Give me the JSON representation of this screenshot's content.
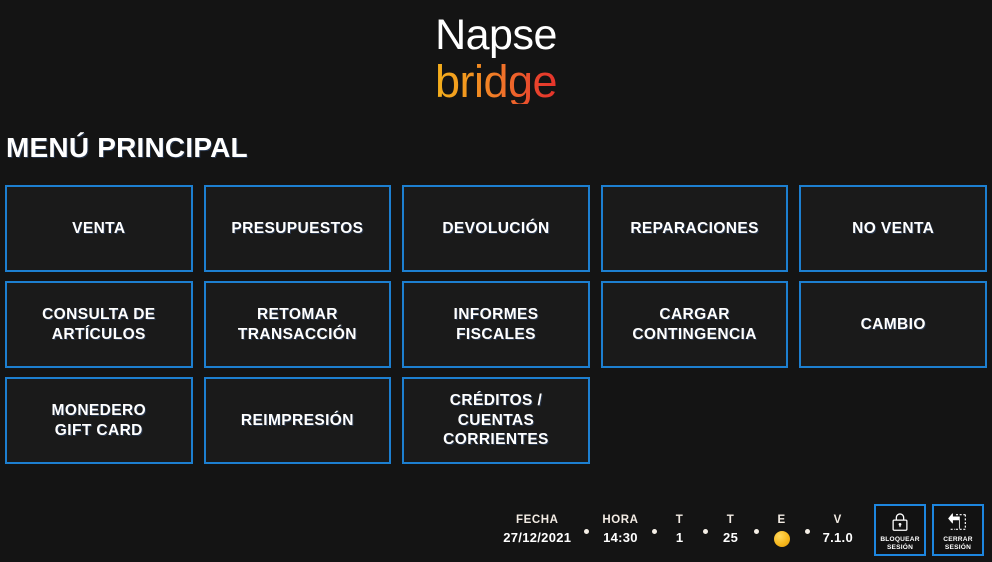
{
  "brand": {
    "name_top": "Napse",
    "name_bottom": "bridge",
    "colors": {
      "background": "#141414",
      "accent_blue": "#1d7fd0",
      "logo_gradient_start": "#f4b01c",
      "logo_gradient_mid": "#f06f2a",
      "logo_gradient_end": "#e5332b",
      "status_indicator": "#f7b81d"
    }
  },
  "page": {
    "title": "MENÚ PRINCIPAL"
  },
  "menu": {
    "rows": [
      [
        {
          "label": "VENTA",
          "name": "venta"
        },
        {
          "label": "PRESUPUESTOS",
          "name": "presupuestos"
        },
        {
          "label": "DEVOLUCIÓN",
          "name": "devolucion"
        },
        {
          "label": "REPARACIONES",
          "name": "reparaciones"
        },
        {
          "label": "NO VENTA",
          "name": "no-venta"
        }
      ],
      [
        {
          "label": "CONSULTA DE\nARTÍCULOS",
          "name": "consulta-de-articulos"
        },
        {
          "label": "RETOMAR\nTRANSACCIÓN",
          "name": "retomar-transaccion"
        },
        {
          "label": "INFORMES\nFISCALES",
          "name": "informes-fiscales"
        },
        {
          "label": "CARGAR\nCONTINGENCIA",
          "name": "cargar-contingencia"
        },
        {
          "label": "CAMBIO",
          "name": "cambio"
        }
      ],
      [
        {
          "label": "MONEDERO\nGIFT CARD",
          "name": "monedero-gift-card"
        },
        {
          "label": "REIMPRESIÓN",
          "name": "reimpresion"
        },
        {
          "label": "CRÉDITOS /\nCUENTAS\nCORRIENTES",
          "name": "creditos-cuentas-corrientes"
        },
        {
          "label": "",
          "name": "empty-slot-1",
          "empty": true
        },
        {
          "label": "",
          "name": "empty-slot-2",
          "empty": true
        }
      ]
    ]
  },
  "statusbar": {
    "fields": [
      {
        "label": "FECHA",
        "value": "27/12/2021",
        "name": "fecha"
      },
      {
        "label": "HORA",
        "value": "14:30",
        "name": "hora"
      },
      {
        "label": "T",
        "value": "1",
        "name": "terminal"
      },
      {
        "label": "T",
        "value": "25",
        "name": "transaccion"
      },
      {
        "label": "E",
        "value": "",
        "name": "estado",
        "indicator": true
      },
      {
        "label": "V",
        "value": "7.1.0",
        "name": "version"
      }
    ],
    "session_buttons": [
      {
        "label": "BLOQUEAR\nSESIÓN",
        "icon": "lock-icon",
        "name": "bloquear-sesion"
      },
      {
        "label": "CERRAR\nSESIÓN",
        "icon": "logout-icon",
        "name": "cerrar-sesion"
      }
    ]
  }
}
